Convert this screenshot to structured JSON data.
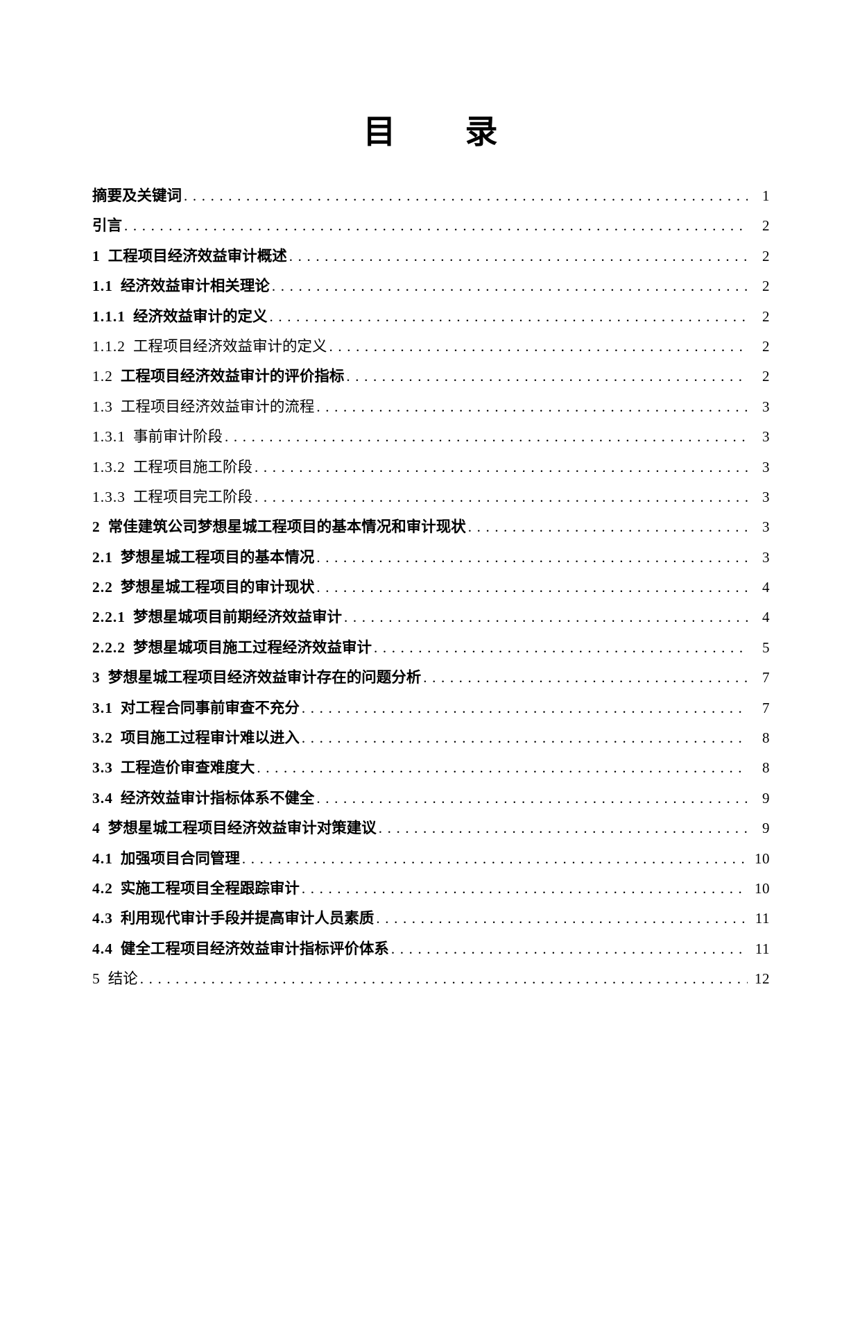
{
  "page": {
    "title": "目　　录"
  },
  "toc": {
    "entries": [
      {
        "num": "",
        "title": "摘要及关键词",
        "page": "1",
        "bold_num": true,
        "bold_title": true
      },
      {
        "num": "",
        "title": "引言",
        "page": "2",
        "bold_num": true,
        "bold_title": true
      },
      {
        "num": "1",
        "title": "工程项目经济效益审计概述",
        "page": "2",
        "bold_num": true,
        "bold_title": true
      },
      {
        "num": "1.1",
        "title": "经济效益审计相关理论",
        "page": "2",
        "bold_num": true,
        "bold_title": true
      },
      {
        "num": "1.1.1",
        "title": "经济效益审计的定义",
        "page": "2",
        "bold_num": true,
        "bold_title": true
      },
      {
        "num": "1.1.2",
        "title": "工程项目经济效益审计的定义",
        "page": "2",
        "bold_num": false,
        "bold_title": false
      },
      {
        "num": "1.2",
        "title": "工程项目经济效益审计的评价指标",
        "page": "2",
        "bold_num": false,
        "bold_title": true
      },
      {
        "num": "1.3",
        "title": "工程项目经济效益审计的流程",
        "page": "3",
        "bold_num": false,
        "bold_title": false
      },
      {
        "num": "1.3.1",
        "title": "事前审计阶段",
        "page": "3",
        "bold_num": false,
        "bold_title": false
      },
      {
        "num": "1.3.2",
        "title": "工程项目施工阶段",
        "page": "3",
        "bold_num": false,
        "bold_title": false
      },
      {
        "num": "1.3.3",
        "title": "工程项目完工阶段",
        "page": "3",
        "bold_num": false,
        "bold_title": false
      },
      {
        "num": "2",
        "title": "常佳建筑公司梦想星城工程项目的基本情况和审计现状",
        "page": "3",
        "bold_num": true,
        "bold_title": true
      },
      {
        "num": "2.1",
        "title": "梦想星城工程项目的基本情况",
        "page": "3",
        "bold_num": true,
        "bold_title": true
      },
      {
        "num": "2.2",
        "title": "梦想星城工程项目的审计现状",
        "page": "4",
        "bold_num": true,
        "bold_title": true
      },
      {
        "num": "2.2.1",
        "title": "梦想星城项目前期经济效益审计",
        "page": "4",
        "bold_num": true,
        "bold_title": true
      },
      {
        "num": "2.2.2",
        "title": "梦想星城项目施工过程经济效益审计",
        "page": "5",
        "bold_num": true,
        "bold_title": true
      },
      {
        "num": "3",
        "title": "梦想星城工程项目经济效益审计存在的问题分析",
        "page": "7",
        "bold_num": true,
        "bold_title": true
      },
      {
        "num": "3.1",
        "title": "对工程合同事前审查不充分",
        "page": "7",
        "bold_num": true,
        "bold_title": true
      },
      {
        "num": "3.2",
        "title": "项目施工过程审计难以进入",
        "page": "8",
        "bold_num": true,
        "bold_title": true
      },
      {
        "num": "3.3",
        "title": "工程造价审查难度大",
        "page": "8",
        "bold_num": true,
        "bold_title": true
      },
      {
        "num": "3.4",
        "title": "经济效益审计指标体系不健全",
        "page": "9",
        "bold_num": true,
        "bold_title": true
      },
      {
        "num": "4",
        "title": "梦想星城工程项目经济效益审计对策建议",
        "page": "9",
        "bold_num": true,
        "bold_title": true
      },
      {
        "num": "4.1",
        "title": "加强项目合同管理",
        "page": "10",
        "bold_num": true,
        "bold_title": true
      },
      {
        "num": "4.2",
        "title": "实施工程项目全程跟踪审计",
        "page": "10",
        "bold_num": true,
        "bold_title": true
      },
      {
        "num": "4.3",
        "title": "利用现代审计手段并提高审计人员素质",
        "page": "11",
        "bold_num": true,
        "bold_title": true
      },
      {
        "num": "4.4",
        "title": "健全工程项目经济效益审计指标评价体系",
        "page": "11",
        "bold_num": true,
        "bold_title": true
      },
      {
        "num": "5",
        "title": "结论",
        "page": "12",
        "bold_num": false,
        "bold_title": false
      }
    ]
  }
}
